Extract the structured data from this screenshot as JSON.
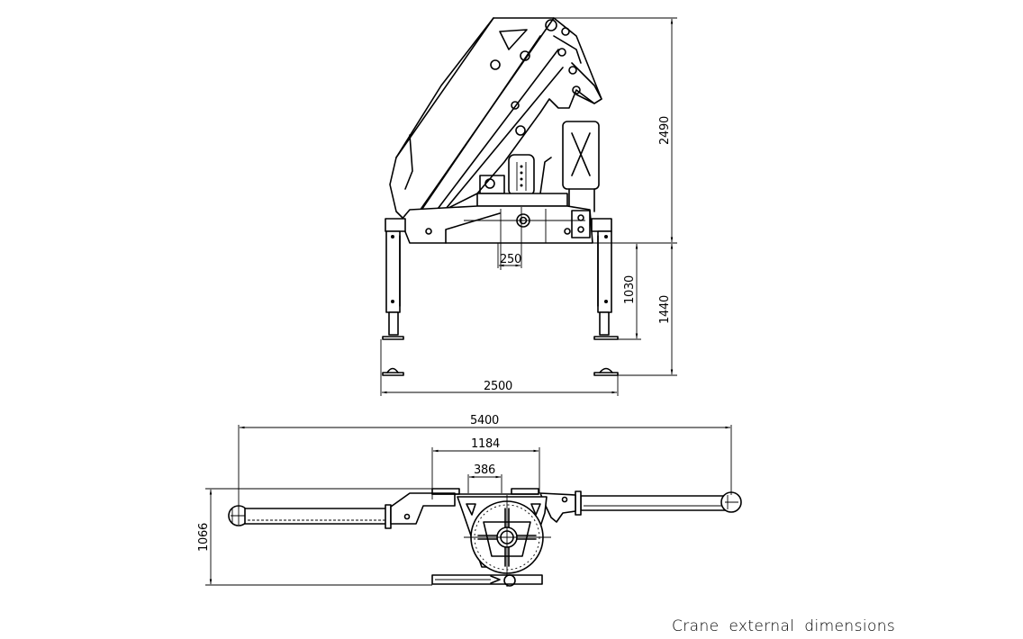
{
  "caption": "Crane external dimensions",
  "side_view": {
    "dimensions": {
      "total_height": "2490",
      "base_to_ground_max": "1440",
      "base_to_foot_min": "1030",
      "column_offset": "250",
      "outrigger_width": "2500"
    }
  },
  "top_view": {
    "dimensions": {
      "outrigger_span_extended": "5400",
      "base_width": "1184",
      "center_width": "386",
      "depth": "1066"
    }
  },
  "colors": {
    "line": "#000000",
    "background": "#ffffff"
  }
}
